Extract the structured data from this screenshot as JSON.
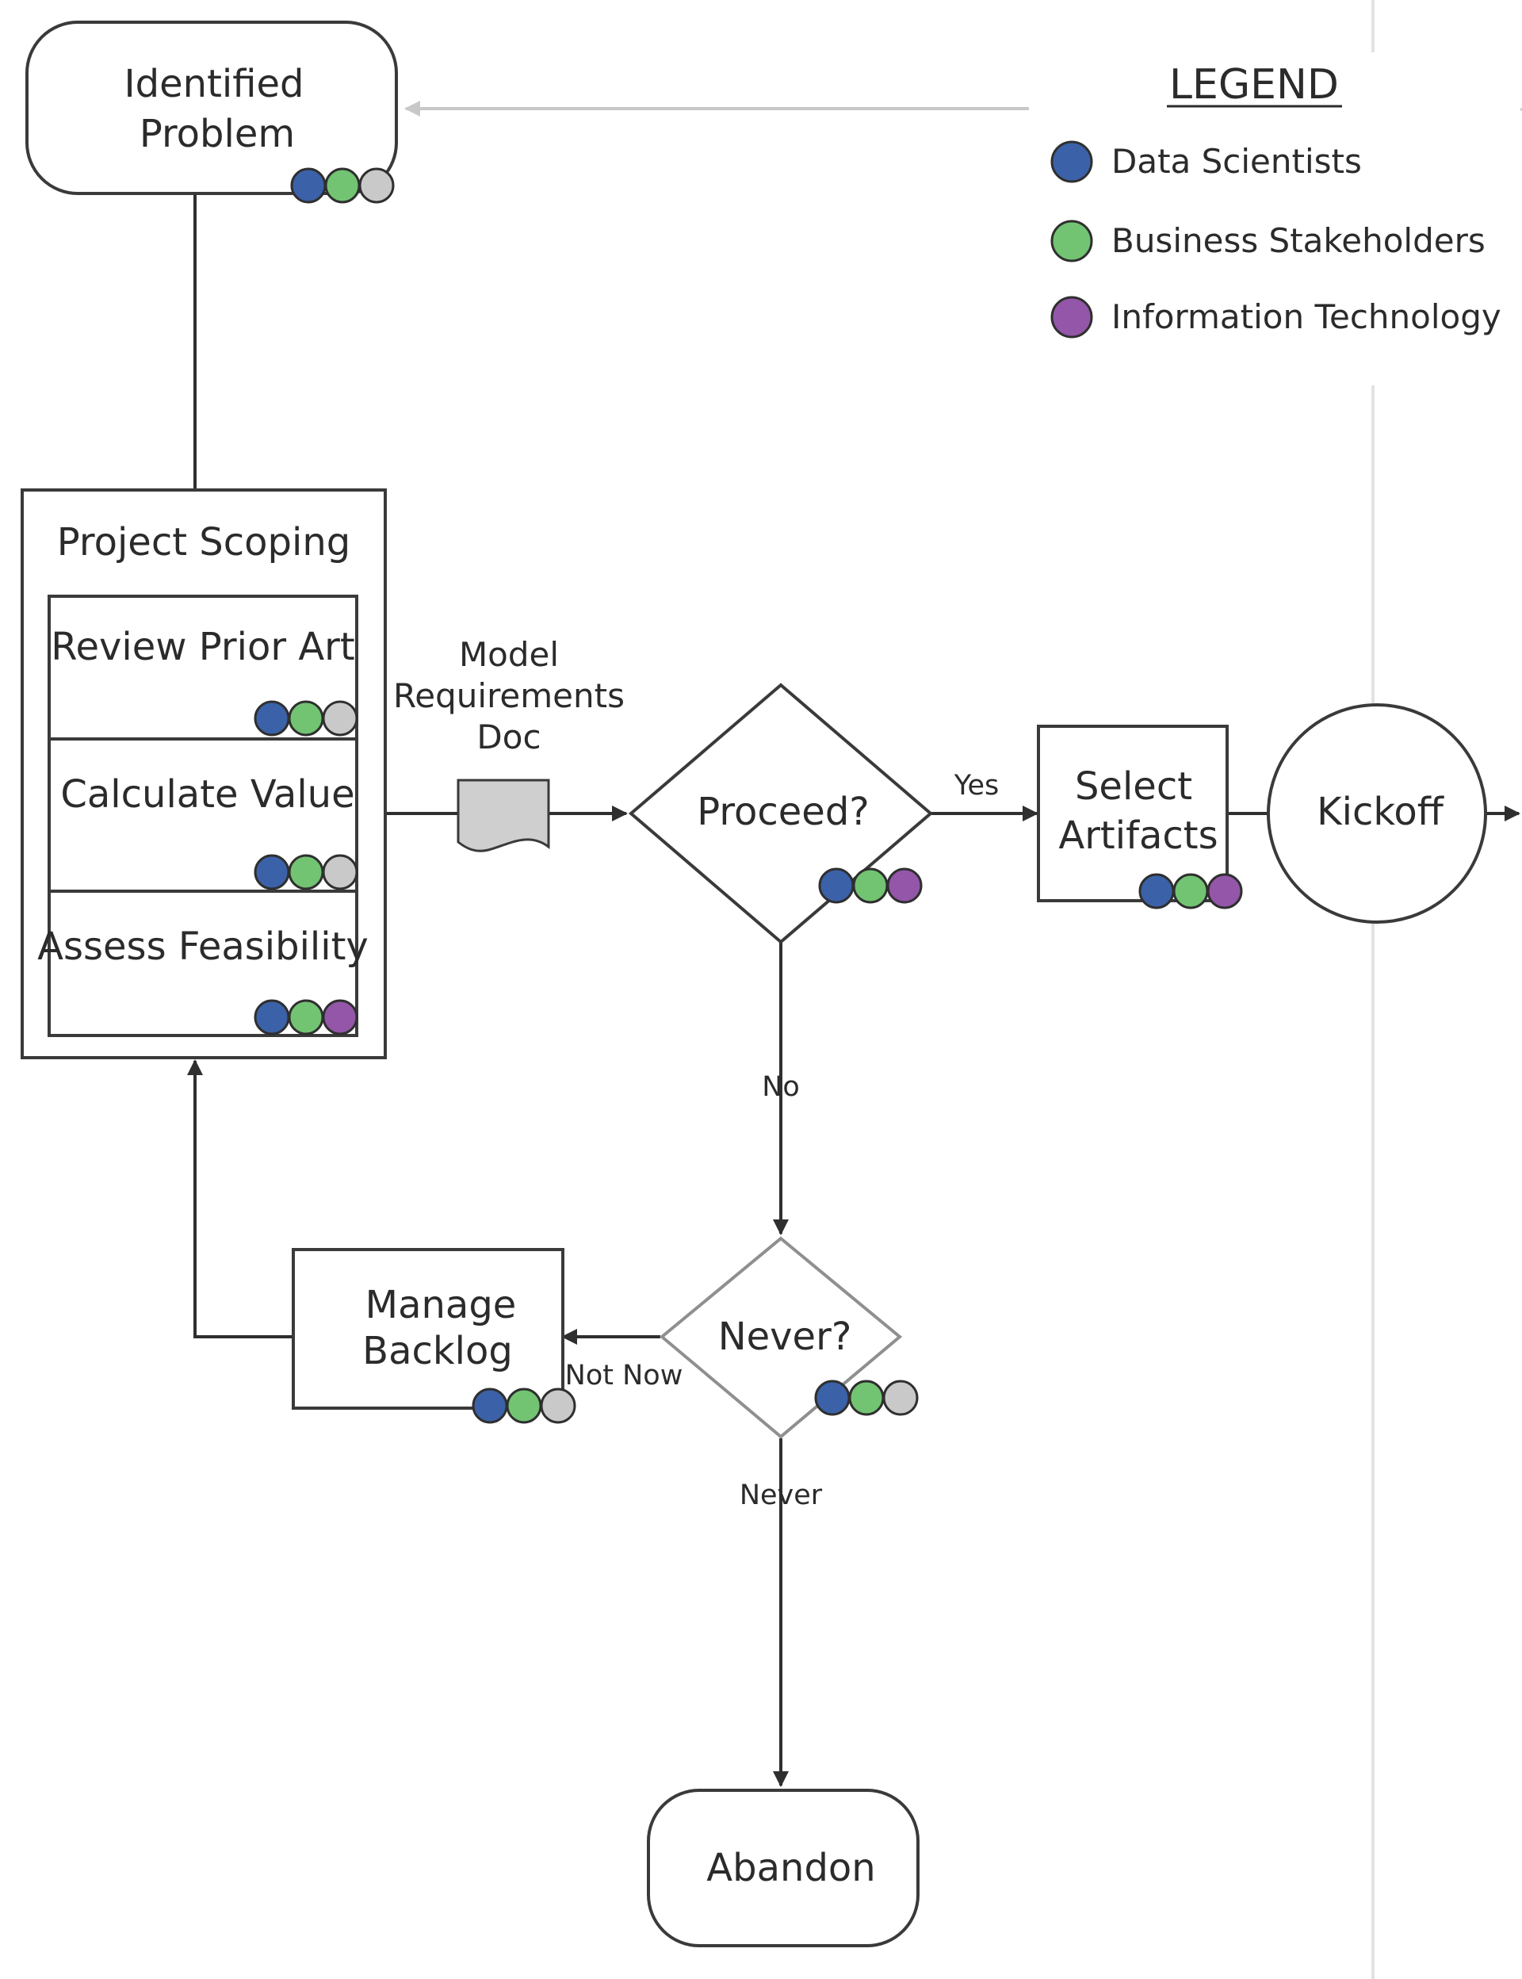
{
  "legend": {
    "title": "LEGEND",
    "items": [
      {
        "label": "Data Scientists",
        "color": "#3b62a8"
      },
      {
        "label": "Business Stakeholders",
        "color": "#72c472"
      },
      {
        "label": "Information Technology",
        "color": "#9356a8"
      }
    ]
  },
  "colors": {
    "data_scientists": "#3b62a8",
    "business_stakeholders": "#72c472",
    "information_technology": "#9356a8",
    "unassigned": "#c9c9c9"
  },
  "nodes": {
    "identified_problem": {
      "line1": "Identified",
      "line2": "Problem"
    },
    "project_scoping": {
      "title": "Project Scoping"
    },
    "review_prior_art": {
      "label": "Review Prior Art"
    },
    "calculate_value": {
      "label": "Calculate Value"
    },
    "assess_feasibility": {
      "label": "Assess Feasibility"
    },
    "model_requirements_doc": {
      "line1": "Model",
      "line2": "Requirements",
      "line3": "Doc"
    },
    "proceed": {
      "label": "Proceed?"
    },
    "select_artifacts": {
      "line1": "Select",
      "line2": "Artifacts"
    },
    "kickoff": {
      "label": "Kickoff"
    },
    "never_decision": {
      "label": "Never?"
    },
    "manage_backlog": {
      "line1": "Manage",
      "line2": "Backlog"
    },
    "abandon": {
      "label": "Abandon"
    }
  },
  "edge_labels": {
    "yes": "Yes",
    "no": "No",
    "not_now": "Not Now",
    "never": "Never"
  }
}
